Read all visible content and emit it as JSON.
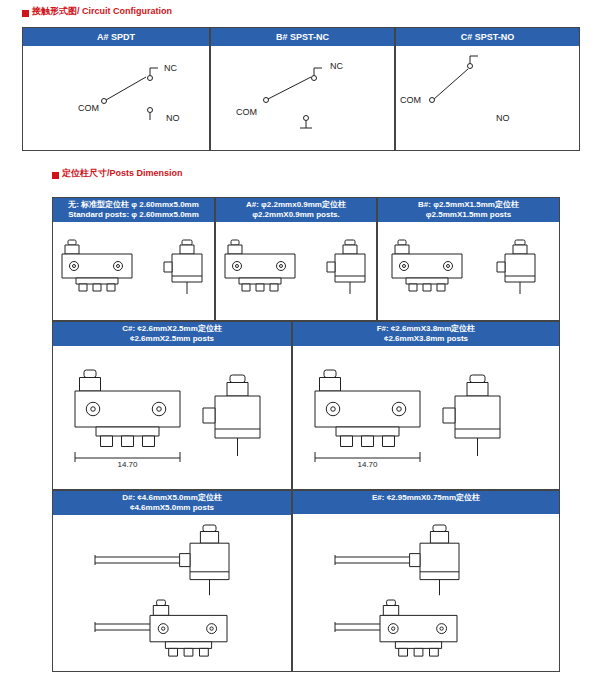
{
  "diagram": {
    "title": "接触形式图/ Circuit Configuration",
    "nodes": [
      {
        "text": [
          "A# SPDT"
        ]
      },
      {
        "text": [
          "B# SPST-NC"
        ]
      },
      {
        "text": [
          "C# SPST-NO"
        ]
      },
      {
        "text": [
          "无: 标准型定位柱 φ 2.60mmx5.0mm",
          "Standard posts: φ 2.60mmx5.0mm"
        ]
      },
      {
        "text": [
          "A#: φ2.2mmx0.9mm定位柱",
          "φ2.2mmX0.9mm posts."
        ]
      },
      {
        "text": [
          "B#: φ2.5mmX1.5mm定位柱",
          "φ2.5mmX1.5mm posts"
        ]
      },
      {
        "text": [
          "C#: ¢2.6mmX2.5mm定位柱",
          "¢2.6mmX2.5mm posts"
        ]
      },
      {
        "text": [
          "F#: ¢2.6mmX3.8mm定位柱",
          "¢2.6mmX3.8mm posts"
        ]
      },
      {
        "text": [
          "D#: ¢4.6mmX5.0mm定位柱",
          "¢4.6mmX5.0mm posts"
        ]
      },
      {
        "text": [
          "E#: ¢2.95mmX0.75mm定位柱"
        ]
      }
    ],
    "labels": [
      "NC",
      "COM",
      "NO",
      "NC",
      "COM",
      "COM",
      "NO",
      "定位柱尺寸/Posts Dimension",
      "14.70",
      "14.70"
    ]
  }
}
